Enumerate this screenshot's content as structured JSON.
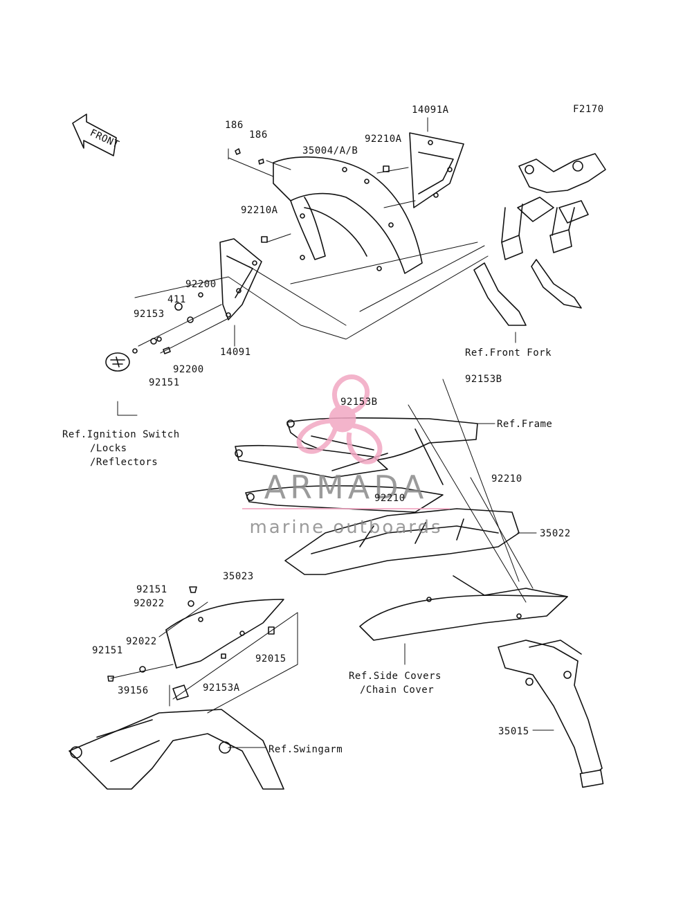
{
  "figure_code": "F2170",
  "front_arrow_text": "FRONT",
  "labels": {
    "p186a": "186",
    "p186b": "186",
    "p14091A": "14091A",
    "p35004": "35004/A/B",
    "p92210A_top": "92210A",
    "p92210A_mid": "92210A",
    "p92200_top": "92200",
    "p411": "411",
    "p92153": "92153",
    "p14091": "14091",
    "p92200_bot": "92200",
    "p92151_left": "92151",
    "ref_front_fork": "Ref.Front Fork",
    "ref_ignition_1": "Ref.Ignition Switch",
    "ref_ignition_2": "/Locks",
    "ref_ignition_3": "/Reflectors",
    "p92153B_top": "92153B",
    "p92153B_mid": "92153B",
    "ref_frame": "Ref.Frame",
    "p92210_right": "92210",
    "p92210_mid": "92210",
    "p35022": "35022",
    "p35023": "35023",
    "p92151_a": "92151",
    "p92022_a": "92022",
    "p92022_b": "92022",
    "p92151_b": "92151",
    "p92015": "92015",
    "p39156": "39156",
    "p92153A": "92153A",
    "ref_side_1": "Ref.Side Covers",
    "ref_side_2": "/Chain Cover",
    "p35015": "35015",
    "ref_swingarm": "Ref.Swingarm"
  },
  "watermark": {
    "brand": "ARMADA",
    "tagline": "marine outboards",
    "color_pink": "#f2a7c3",
    "color_grey": "#8a8a8a"
  }
}
